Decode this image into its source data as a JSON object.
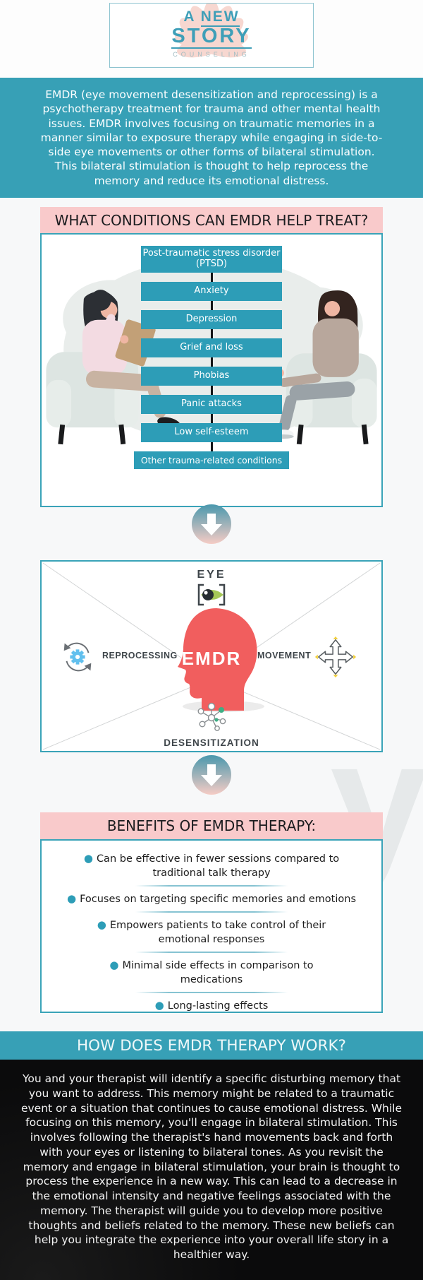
{
  "logo": {
    "word_a": "A",
    "word_new": "NEW",
    "word_story": "STORY",
    "subtitle": "COUNSELING"
  },
  "intro": {
    "text": "EMDR (eye movement desensitization and reprocessing) is a psychotherapy treatment for trauma and other mental health issues. EMDR involves focusing on traumatic memories in a manner similar to exposure therapy while engaging in side-to-side eye movements or other forms of bilateral stimulation. This bilateral stimulation is thought to help reprocess the memory and reduce its emotional distress."
  },
  "conditions": {
    "title": "WHAT CONDITIONS CAN EMDR HELP TREAT?",
    "items": [
      "Post-traumatic stress disorder (PTSD)",
      "Anxiety",
      "Depression",
      "Grief and loss",
      "Phobias",
      "Panic attacks",
      "Low self-esteem",
      "Other trauma-related conditions"
    ]
  },
  "diagram": {
    "center": "EMDR",
    "top": "EYE",
    "left": "REPROCESSING",
    "right": "MOVEMENT",
    "bottom": "DESENSITIZATION"
  },
  "benefits": {
    "title": "BENEFITS OF EMDR THERAPY:",
    "items": [
      "Can be effective in fewer sessions compared to traditional talk therapy",
      "Focuses on targeting specific memories and emotions",
      "Empowers patients to take control of their emotional responses",
      "Minimal side effects in comparison to medications",
      "Long-lasting effects"
    ]
  },
  "how": {
    "title": "HOW DOES EMDR THERAPY WORK?",
    "text": "You and your therapist will identify a specific disturbing memory that you want to address. This memory might be related to a traumatic event or a situation that continues to cause emotional distress. While focusing on this memory, you'll engage in bilateral stimulation. This involves following the therapist's hand movements back and forth with your eyes or listening to bilateral tones. As you revisit the memory and engage in bilateral stimulation, your brain is thought to process the experience in a new way. This can lead to a decrease in the emotional intensity and negative feelings associated with the memory. The therapist will guide you to develop more positive thoughts and beliefs related to the memory. These new beliefs can help you integrate the experience into your overall life story in a healthier way."
  },
  "watermark_text": "y",
  "colors": {
    "teal": "#37a0b6",
    "teal_box": "#2d9db7",
    "pink_header": "#f9cacb",
    "head_red": "#f15e5e",
    "black_section": "#0b0b0c",
    "logo_teal": "#3f9fb8"
  }
}
